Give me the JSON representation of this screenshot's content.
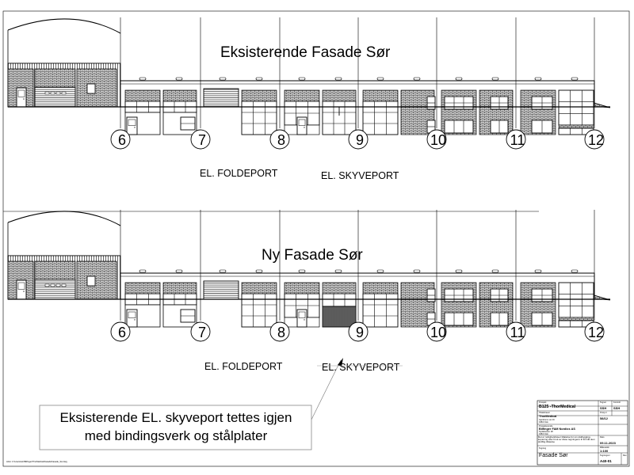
{
  "elevations": [
    {
      "title": "Eksisterende Fasade Sør",
      "labels": {
        "foldeport": "EL. FOLDEPORT",
        "skyveport": "EL. SKYVEPORT"
      },
      "sliding_door_closed": false
    },
    {
      "title": "Ny Fasade Sør",
      "labels": {
        "foldeport": "EL. FOLDEPORT",
        "skyveport": "EL. SKYVEPORT"
      },
      "sliding_door_closed": true
    }
  ],
  "gridlines": [
    "6",
    "7",
    "8",
    "9",
    "10",
    "11",
    "12"
  ],
  "callout": {
    "line1": "Eksisterende EL. skyveport tettes igjen",
    "line2": "med bindingsverk og stålplater"
  },
  "title_block": {
    "project_label": "Prosjekt",
    "project": "B125 -ThorMedical",
    "client_label": "Tiltakshaver",
    "client": "ThorMedical",
    "client_addr1": "Gjerdrums vei 16",
    "client_addr2": "0484 Oslo",
    "drawn_label": "Tegnet",
    "drawn": "SSH",
    "checked_label": "Kontroll",
    "checked": "SSH",
    "projno_label": "Prosj.nr",
    "projno": "58/12",
    "company_label": "Prosjekterende",
    "company": "Bilfinger FAM Nordics AS",
    "company_addr1": "Nydalsveien 28",
    "company_addr2": "0484 Oslo",
    "note": "Det er rettighetshaver tillatelse for om-/påbygging, kopiering eller bruk av disse tegningene til formål uten skriftlig tillatelse",
    "date_label": "Dato",
    "date": "09.11.2023",
    "scale_label": "Målestokk",
    "scale": "1:100",
    "drawing_label": "Tegning",
    "drawing": "Fasade Sør",
    "number_label": "Tegningsnr",
    "number": "A40-01",
    "rev_label": "Rev"
  },
  "footer_path": "Arkiv: C:\\Users\\ssh\\Bilfinger\\ThorMedical\\Fasade\\Fasade_Sor.dwg"
}
